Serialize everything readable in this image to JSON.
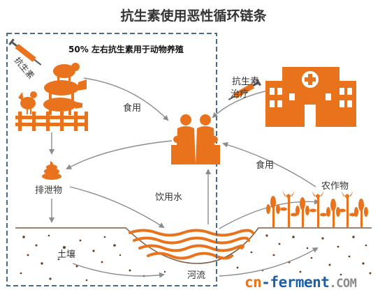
{
  "title": "抗生素使用恶性循环链条",
  "note": "50% 左右抗生素用于动物养殖",
  "labels": {
    "antibiotic_farm": "抗生素",
    "antibiotic_hospital": "抗生素",
    "treatment": "治疗",
    "eat_meat": "食用",
    "eat_crops": "食用",
    "excrement": "排泄物",
    "drinking_water": "饮用水",
    "crops": "农作物",
    "soil": "土壤",
    "river": "河流"
  },
  "watermark": {
    "part1": "cn",
    "part2": "-ferment",
    "part3": ".COM"
  },
  "colors": {
    "accent": "#e8731c",
    "frame": "#4a6a8a",
    "arrow": "#8c8c8c",
    "soil": "#6b3f1f"
  }
}
